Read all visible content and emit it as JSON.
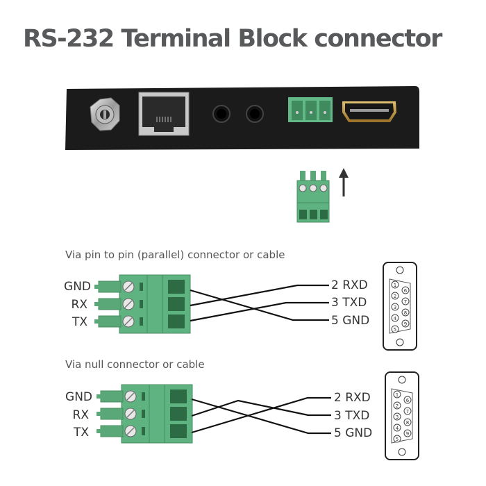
{
  "title": "RS-232 Terminal Block connector",
  "device_panel": {
    "ports": [
      "power-jack",
      "ethernet-rj45",
      "audio-jack-1",
      "audio-jack-2",
      "terminal-block-3pin",
      "hdmi-port"
    ],
    "colors": {
      "chassis": "#1c1c1c",
      "terminal_green": "#5aa878",
      "hdmi_gold": "#b8903c"
    }
  },
  "insertion_arrow": "arrow-up-icon",
  "sections": [
    {
      "caption": "Via pin to pin (parallel) connector or cable",
      "terminal_pins": [
        "GND",
        "RX",
        "TX"
      ],
      "db9_pins": [
        "2 RXD",
        "3 TXD",
        "5 GND"
      ],
      "wiring": [
        {
          "from": "GND",
          "to": "5 GND"
        },
        {
          "from": "RX",
          "to": "2 RXD"
        },
        {
          "from": "TX",
          "to": "3 TXD"
        }
      ]
    },
    {
      "caption": "Via null connector or cable",
      "terminal_pins": [
        "GND",
        "RX",
        "TX"
      ],
      "db9_pins": [
        "2 RXD",
        "3 TXD",
        "5 GND"
      ],
      "wiring": [
        {
          "from": "GND",
          "to": "5 GND"
        },
        {
          "from": "RX",
          "to": "3 TXD"
        },
        {
          "from": "TX",
          "to": "2 RXD"
        }
      ]
    }
  ],
  "db9_connector": {
    "top_row": [
      "1",
      "2",
      "3",
      "4",
      "5"
    ],
    "bottom_row": [
      "6",
      "7",
      "8",
      "9"
    ]
  }
}
